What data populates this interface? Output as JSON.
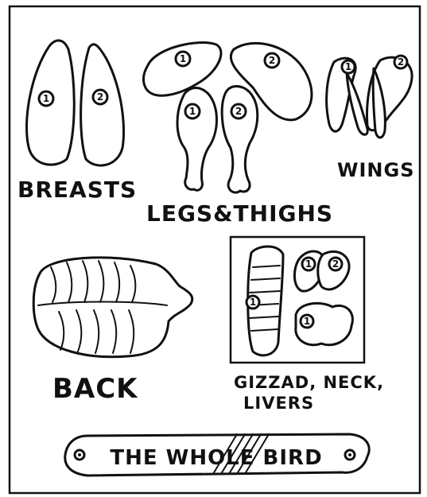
{
  "labels": {
    "breasts": "BREASTS",
    "legs_thighs": "LEGS&THIGHS",
    "wings": "WINGS",
    "back": "BACK",
    "giblets_line1": "GIZZAD, NECK,",
    "giblets_line2": "LIVERS",
    "banner": "THE WHOLE BIRD"
  },
  "piece_numbers": {
    "breast_1": "1",
    "breast_2": "2",
    "thigh_1": "1",
    "thigh_2": "2",
    "leg_1": "1",
    "leg_2": "2",
    "wing_1": "1",
    "wing_2": "2",
    "neck_1": "1",
    "liver_1": "1",
    "liver_2": "2",
    "gizzard_1": "1"
  },
  "colors": {
    "ink": "#111111",
    "paper": "#ffffff"
  }
}
